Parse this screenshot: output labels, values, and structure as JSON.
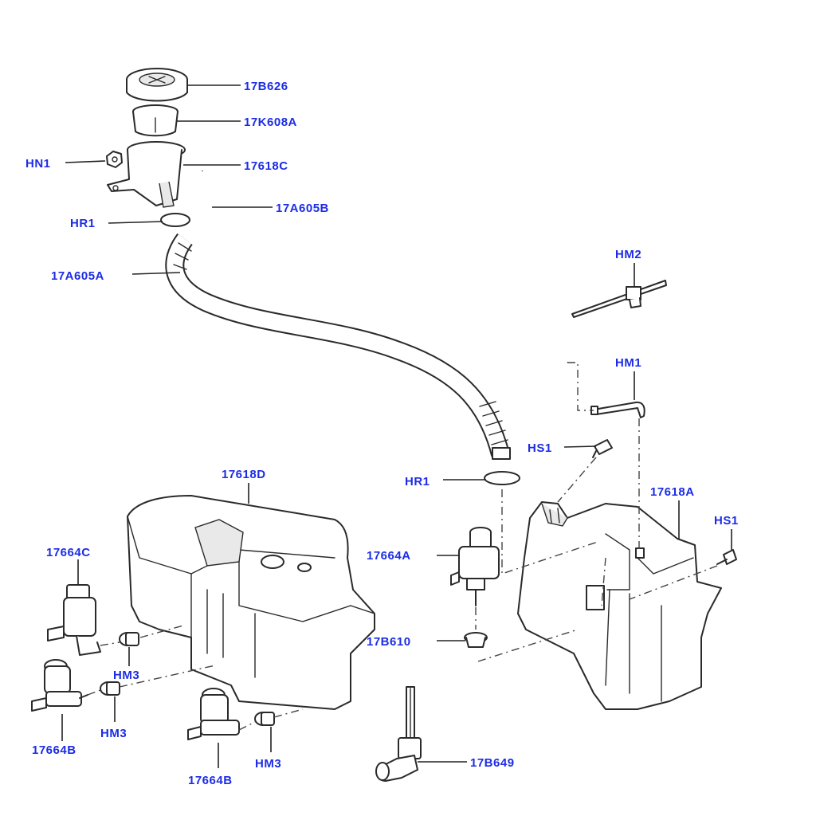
{
  "callouts": {
    "c_17B626": "17B626",
    "c_17K608A": "17K608A",
    "c_17618C": "17618C",
    "c_HN1": "HN1",
    "c_17A605B": "17A605B",
    "c_HR1_top": "HR1",
    "c_17A605A": "17A605A",
    "c_HM2": "HM2",
    "c_HM1": "HM1",
    "c_HS1_mid": "HS1",
    "c_17618D": "17618D",
    "c_HR1_mid": "HR1",
    "c_17618A": "17618A",
    "c_HS1_right": "HS1",
    "c_17664C": "17664C",
    "c_17664A": "17664A",
    "c_17B610": "17B610",
    "c_HM3_a": "HM3",
    "c_HM3_b": "HM3",
    "c_HM3_c": "HM3",
    "c_17664B_a": "17664B",
    "c_17664B_b": "17664B",
    "c_17B649": "17B649"
  },
  "colors": {
    "callout_text": "#1c2ce6",
    "line": "#2a2a2a",
    "background": "#ffffff"
  }
}
